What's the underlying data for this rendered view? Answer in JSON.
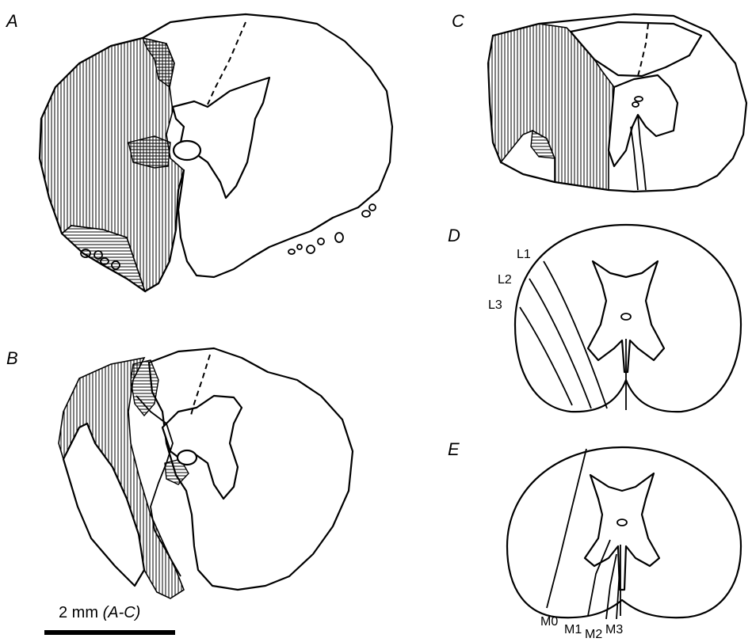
{
  "panels": {
    "a": "A",
    "b": "B",
    "c": "C",
    "d": "D",
    "e": "E"
  },
  "lesion_lines_d": [
    "L1",
    "L2",
    "L3"
  ],
  "lesion_lines_e": [
    "M0",
    "M1",
    "M2",
    "M3"
  ],
  "scale_bar": {
    "value": "2 mm",
    "range": "(A-C)"
  }
}
